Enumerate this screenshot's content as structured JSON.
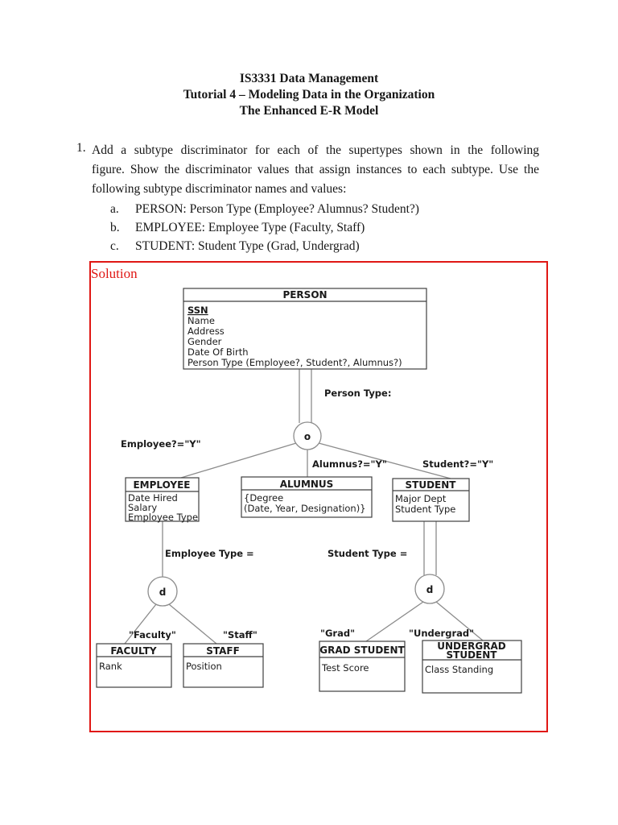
{
  "title": {
    "line1": "IS3331 Data Management",
    "line2": "Tutorial 4 – Modeling Data in the Organization",
    "line3": "The Enhanced E-R Model"
  },
  "question": {
    "number": "1.",
    "lines": [
      "Add a subtype discriminator for each of the supertypes shown in the following",
      "figure. Show the discriminator values that assign instances to each subtype. Use the",
      "following subtype discriminator names and values:"
    ],
    "items": [
      {
        "marker": "a.",
        "text": "PERSON: Person Type (Employee? Alumnus? Student?)"
      },
      {
        "marker": "b.",
        "text": "EMPLOYEE: Employee Type (Faculty, Staff)"
      },
      {
        "marker": "c.",
        "text": "STUDENT: Student Type (Grad, Undergrad)"
      }
    ]
  },
  "solution": {
    "label": "Solution",
    "colors": {
      "annotation_red": "#e01714",
      "entity_border": "#3f3f3f",
      "connector_gray": "#8c8c8c"
    },
    "diagram": {
      "person": {
        "name": "PERSON",
        "key_attribute": "SSN",
        "attributes": [
          "Name",
          "Address",
          "Gender",
          "Date Of Birth",
          "Person Type (Employee?, Student?, Alumnus?)"
        ]
      },
      "person_discriminator": "Person Type:",
      "overlap_symbol": "o",
      "disjoint_symbol": "d",
      "employee_condition": "Employee?=\"Y\"",
      "alumnus_condition": "Alumnus?=\"Y\"",
      "student_condition": "Student?=\"Y\"",
      "employee": {
        "name": "EMPLOYEE",
        "attributes": [
          "Date Hired",
          "Salary",
          "Employee Type"
        ]
      },
      "alumnus": {
        "name": "ALUMNUS",
        "attributes": [
          "{Degree",
          "(Date, Year, Designation)}"
        ]
      },
      "student": {
        "name": "STUDENT",
        "attributes": [
          "Major Dept",
          "Student Type"
        ]
      },
      "employee_discriminator": "Employee Type =",
      "student_discriminator": "Student Type =",
      "faculty_value": "\"Faculty\"",
      "staff_value": "\"Staff\"",
      "grad_value": "\"Grad\"",
      "undergrad_value": "\"Undergrad\"",
      "faculty": {
        "name": "FACULTY",
        "attributes": [
          "Rank"
        ]
      },
      "staff": {
        "name": "STAFF",
        "attributes": [
          "Position"
        ]
      },
      "grad": {
        "name": "GRAD STUDENT",
        "attributes": [
          "Test Score"
        ]
      },
      "undergrad": {
        "name_line1": "UNDERGRAD",
        "name_line2": "STUDENT",
        "attributes": [
          "Class Standing"
        ]
      }
    }
  }
}
